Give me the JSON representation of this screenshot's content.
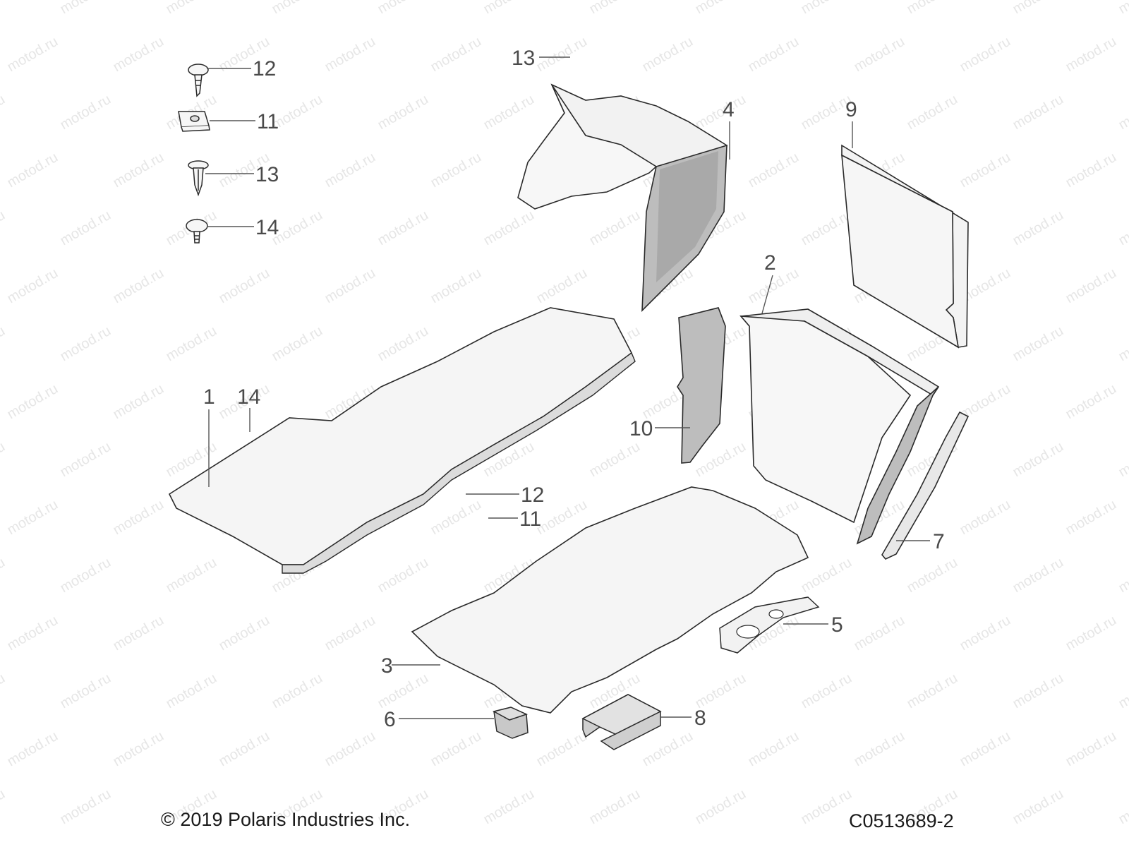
{
  "watermark": "motod.ru",
  "callouts": {
    "c12_top": "12",
    "c11_top": "11",
    "c13_left": "13",
    "c14_left": "14",
    "c13_top": "13",
    "c4": "4",
    "c9": "9",
    "c2": "2",
    "c1": "1",
    "c14_mid": "14",
    "c10": "10",
    "c12_mid": "12",
    "c11_mid": "11",
    "c7": "7",
    "c5": "5",
    "c3": "3",
    "c6": "6",
    "c8": "8"
  },
  "footer": {
    "copyright": "© 2019 Polaris Industries Inc.",
    "code": "C0513689-2"
  },
  "colors": {
    "line": "#2a2a2a",
    "panel_fill_light": "#f4f4f4",
    "panel_fill_dark": "#bdbdbd",
    "watermark": "#e6e6e6"
  }
}
